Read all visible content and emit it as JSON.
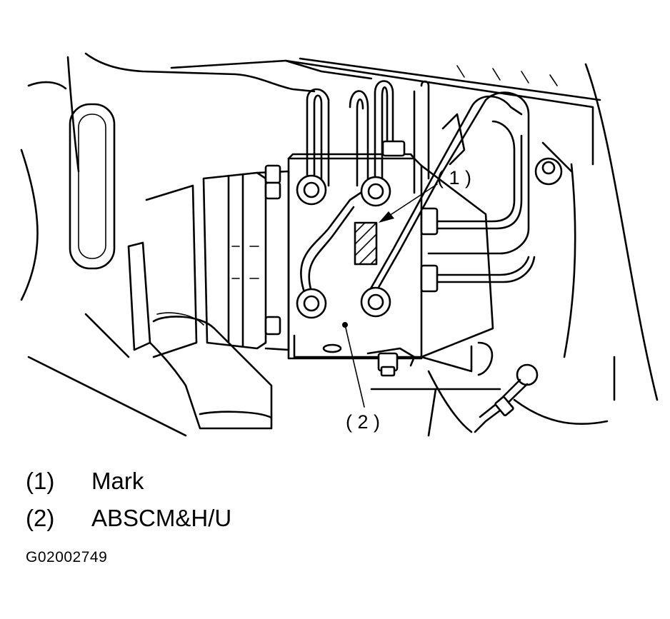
{
  "callouts": {
    "c1": "( 1 )",
    "c2": "( 2 )"
  },
  "legend": [
    {
      "num": "(1)",
      "label": "Mark"
    },
    {
      "num": "(2)",
      "label": "ABSCM&H/U"
    }
  ],
  "figure_id": "G02002749"
}
